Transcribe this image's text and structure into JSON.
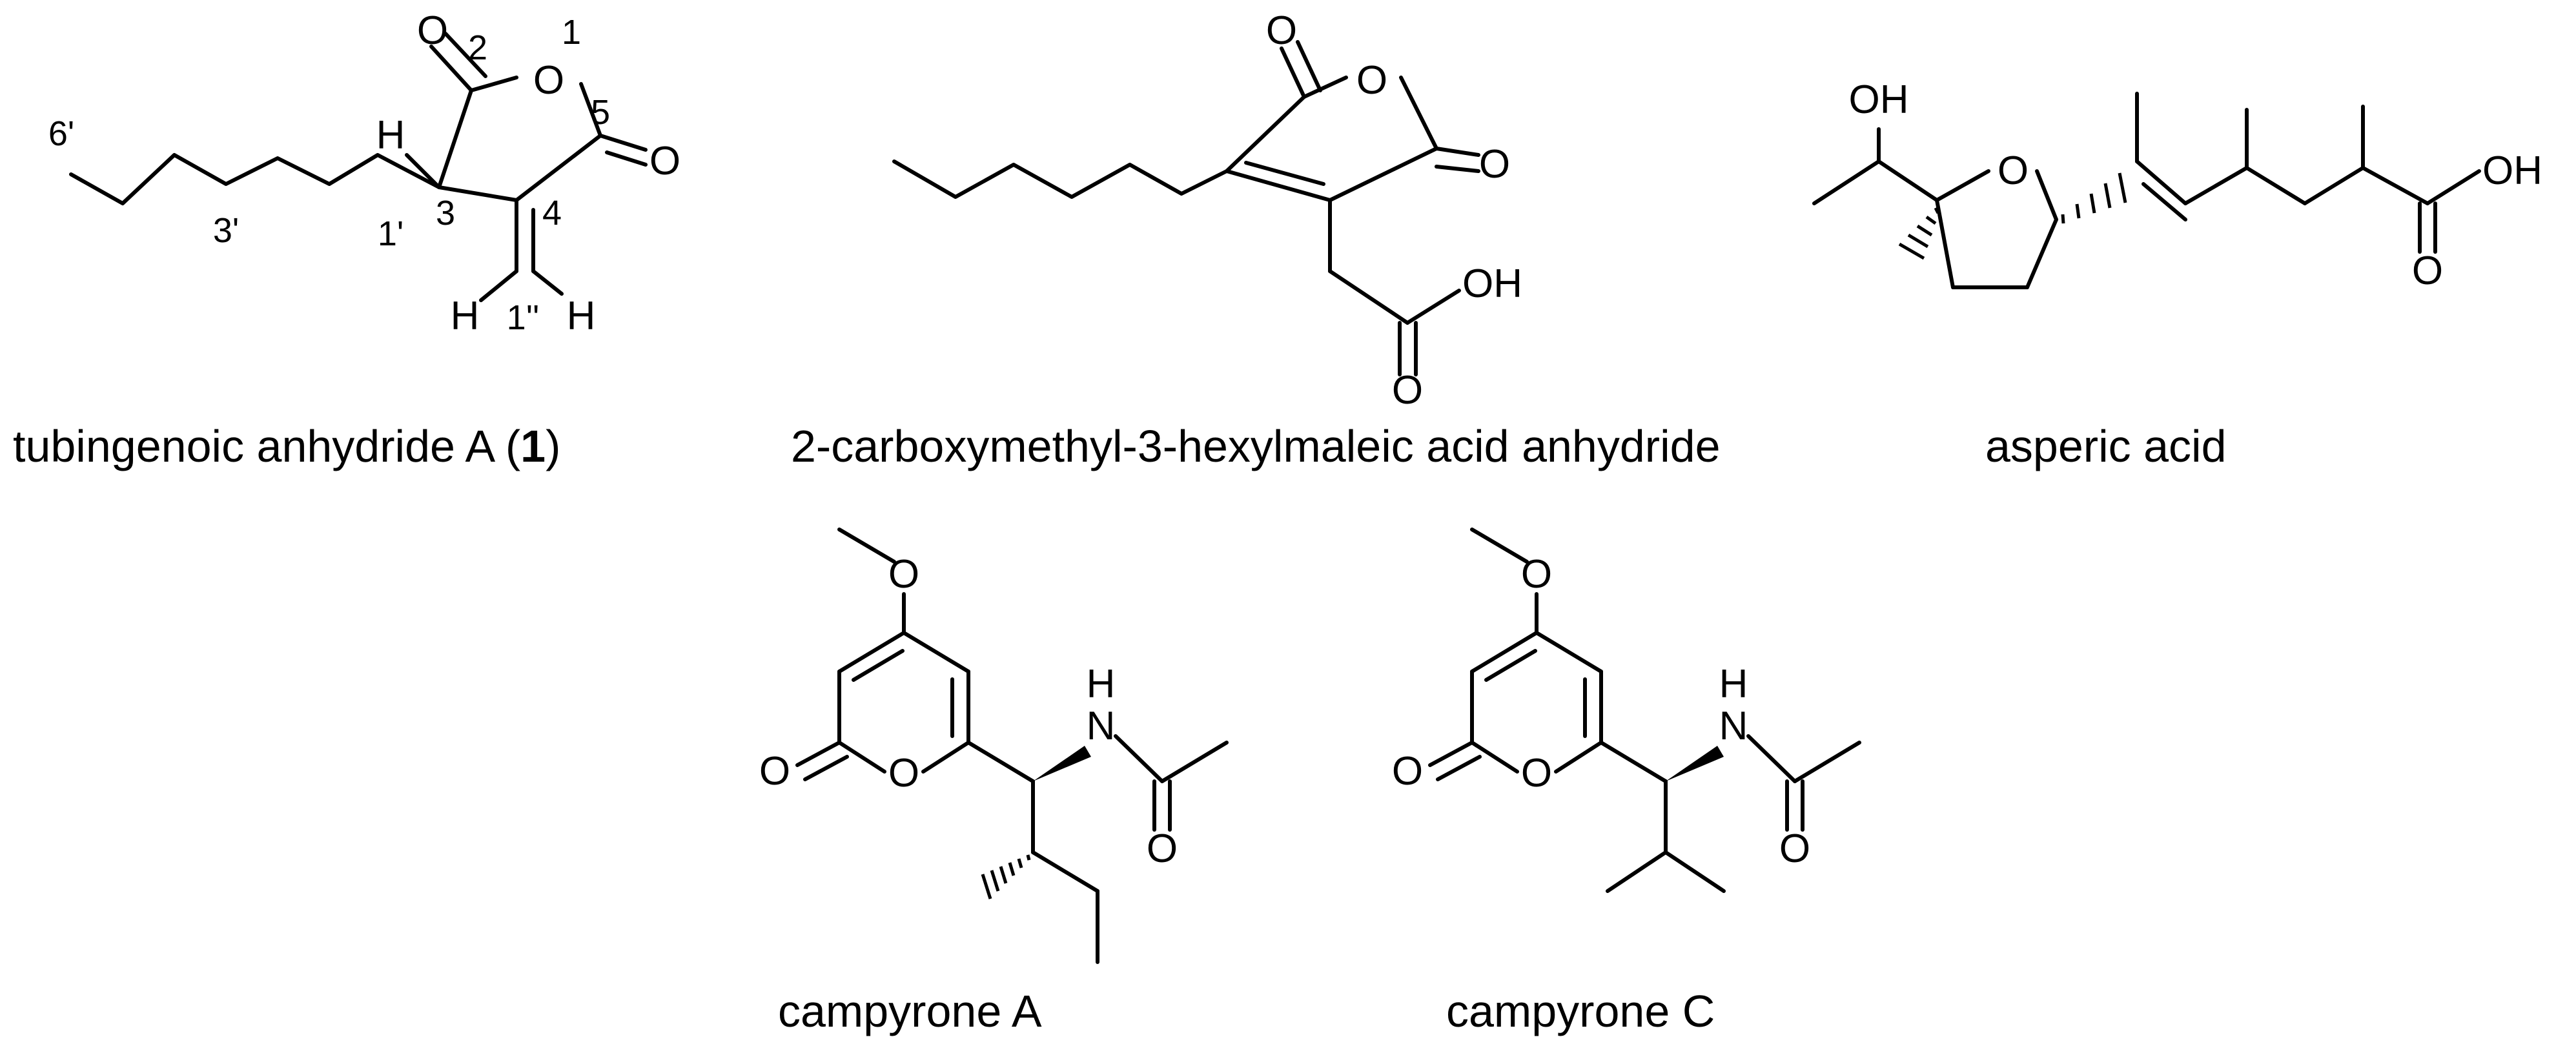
{
  "molecules": [
    {
      "name": "tubingenoic anhydride A",
      "name_suffix_open": " (",
      "compound_number": "1",
      "name_suffix_close": ")",
      "atoms": {
        "o_carbonyl_2": "O",
        "o_ring": "O",
        "o_carbonyl_5": "O",
        "h3": "H",
        "h1a": "H",
        "h1b": "H"
      },
      "locants": {
        "n1": "1",
        "n2": "2",
        "n3": "3",
        "n4": "4",
        "n5": "5",
        "n6p": "6'",
        "n3p": "3'",
        "n1p": "1'",
        "n1pp": "1''"
      }
    },
    {
      "name": "2-carboxymethyl-3-hexylmaleic acid anhydride",
      "atoms": {
        "o_top_left": "O",
        "o_ring": "O",
        "o_right": "O",
        "oh": "OH",
        "o_acid": "O"
      }
    },
    {
      "name": "asperic acid",
      "atoms": {
        "oh_top": "OH",
        "o_ring": "O",
        "oh_acid": "OH",
        "o_acid": "O"
      }
    },
    {
      "name": "campyrone A",
      "atoms": {
        "o_methoxy": "O",
        "o_carbonyl": "O",
        "o_ring": "O",
        "nh_h": "H",
        "nh_n": "N",
        "o_amide": "O"
      }
    },
    {
      "name": "campyrone C",
      "atoms": {
        "o_methoxy": "O",
        "o_carbonyl": "O",
        "o_ring": "O",
        "nh_h": "H",
        "nh_n": "N",
        "o_amide": "O"
      }
    }
  ]
}
